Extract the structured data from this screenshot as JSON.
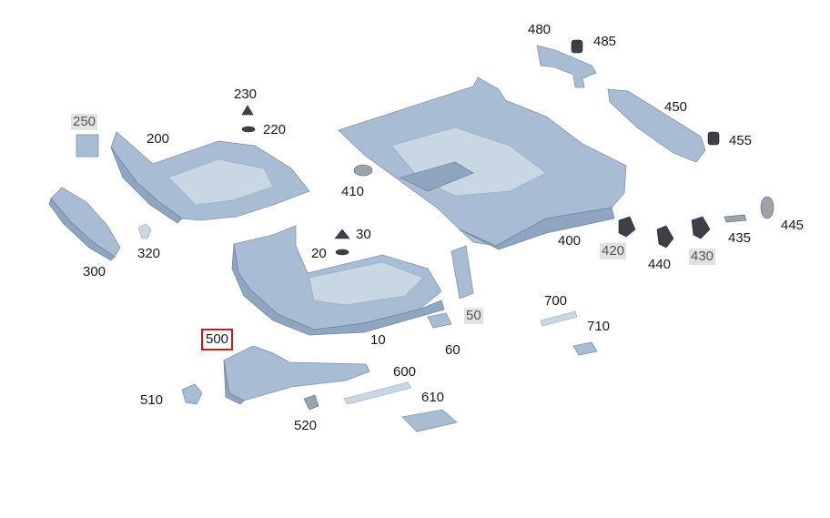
{
  "callouts": {
    "p10": "10",
    "p20": "20",
    "p30": "30",
    "p50": "50",
    "p60": "60",
    "p200": "200",
    "p220": "220",
    "p230": "230",
    "p250": "250",
    "p300": "300",
    "p320": "320",
    "p400": "400",
    "p410": "410",
    "p420": "420",
    "p430": "430",
    "p435": "435",
    "p440": "440",
    "p445": "445",
    "p450": "450",
    "p455": "455",
    "p480": "480",
    "p485": "485",
    "p500": "500",
    "p510": "510",
    "p520": "520",
    "p600": "600",
    "p610": "610",
    "p700": "700",
    "p710": "710"
  },
  "selected_callout": "500",
  "colors": {
    "part": "#a8bdd3",
    "selection": "#c61a1a",
    "greyed_label": "#e2e2e2"
  }
}
